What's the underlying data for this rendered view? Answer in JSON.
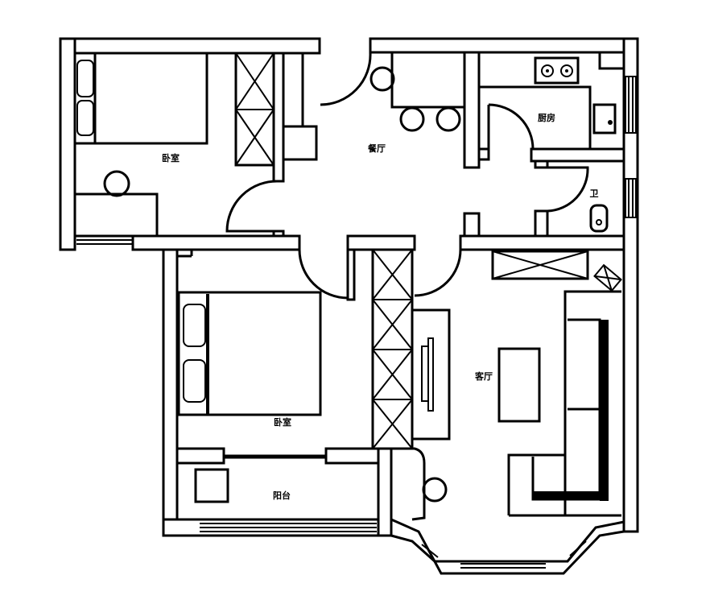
{
  "rooms": {
    "bedroom_upper": "卧室",
    "dining": "餐厅",
    "kitchen": "厨房",
    "bathroom": "卫",
    "bedroom_lower": "卧室",
    "living": "客厅",
    "balcony": "阳台"
  },
  "colors": {
    "line": "#000000",
    "background": "#ffffff"
  }
}
